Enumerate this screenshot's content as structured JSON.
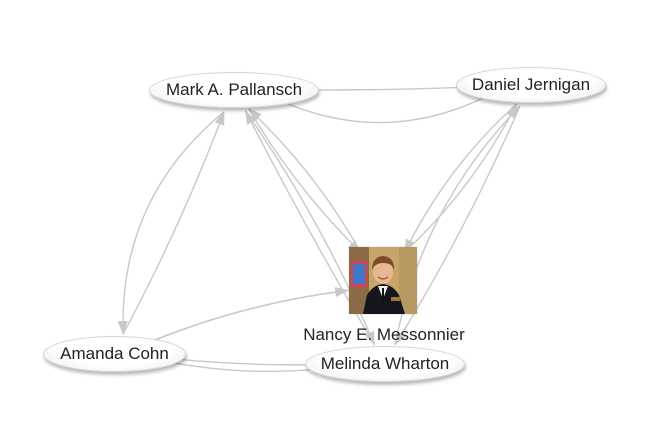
{
  "graph": {
    "nodes": [
      {
        "id": "pallansch",
        "label": "Mark A. Pallansch"
      },
      {
        "id": "jernigan",
        "label": "Daniel Jernigan"
      },
      {
        "id": "messonnier",
        "label": "Nancy E. Messonnier"
      },
      {
        "id": "cohn",
        "label": "Amanda Cohn"
      },
      {
        "id": "wharton",
        "label": "Melinda Wharton"
      }
    ],
    "edges": [
      {
        "from": "jernigan",
        "to": "pallansch"
      },
      {
        "from": "pallansch",
        "to": "jernigan"
      },
      {
        "from": "pallansch",
        "to": "cohn"
      },
      {
        "from": "cohn",
        "to": "pallansch"
      },
      {
        "from": "pallansch",
        "to": "messonnier"
      },
      {
        "from": "messonnier",
        "to": "pallansch"
      },
      {
        "from": "pallansch",
        "to": "wharton"
      },
      {
        "from": "wharton",
        "to": "pallansch"
      },
      {
        "from": "jernigan",
        "to": "messonnier"
      },
      {
        "from": "messonnier",
        "to": "jernigan"
      },
      {
        "from": "jernigan",
        "to": "wharton"
      },
      {
        "from": "wharton",
        "to": "jernigan"
      },
      {
        "from": "cohn",
        "to": "messonnier"
      },
      {
        "from": "messonnier",
        "to": "cohn"
      },
      {
        "from": "cohn",
        "to": "wharton"
      },
      {
        "from": "wharton",
        "to": "cohn"
      }
    ]
  },
  "colors": {
    "edge": "#c8c8c8",
    "text": "#222222"
  }
}
